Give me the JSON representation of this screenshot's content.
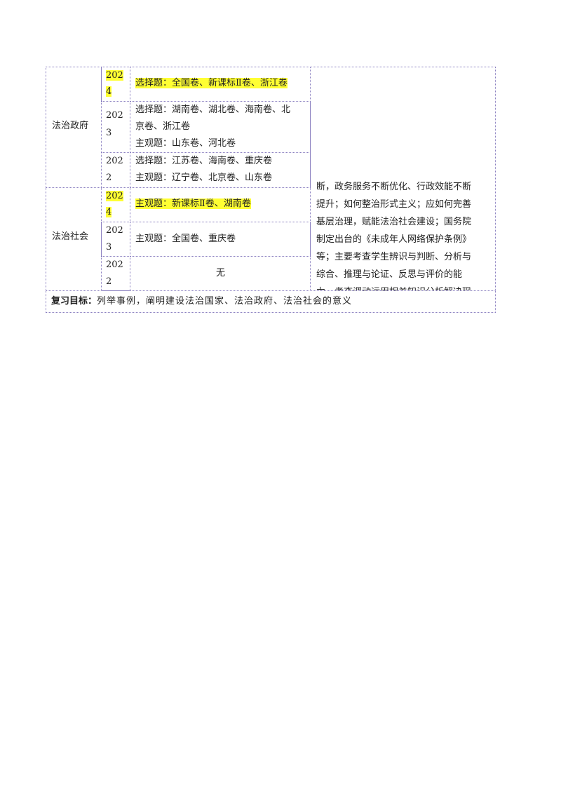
{
  "sections": [
    {
      "label": "法治政府",
      "rows": [
        {
          "year": [
            "202",
            "4"
          ],
          "lines": [
            "选择题：全国卷、新课标Ⅱ卷、浙江卷"
          ],
          "highlight": true
        },
        {
          "year": [
            "202",
            "3"
          ],
          "lines": [
            "选择题：湖南卷、湖北卷、海南卷、北",
            "京卷、浙江卷",
            "主观题：山东卷、河北卷"
          ],
          "highlight": false
        },
        {
          "year": [
            "202",
            "2"
          ],
          "lines": [
            "选择题：江苏卷、海南卷、重庆卷",
            "主观题：辽宁卷、北京卷、山东卷"
          ],
          "highlight": false
        }
      ]
    },
    {
      "label": "法治社会",
      "rows": [
        {
          "year": [
            "202",
            "4"
          ],
          "lines": [
            "主观题：新课标Ⅱ卷、湖南卷"
          ],
          "highlight": true
        },
        {
          "year": [
            "202",
            "3"
          ],
          "lines": [
            "主观题：全国卷、重庆卷"
          ],
          "highlight": false
        },
        {
          "year": [
            "202",
            "2"
          ],
          "lines": [
            "无"
          ],
          "highlight": false
        }
      ]
    }
  ],
  "analysis_lines": [
    "断，政务服务不断优化、行政效能不断",
    "提升；如何整治形式主义；应如何完善",
    "基层治理，赋能法治社会建设；国务院",
    "制定出台的《未成年人网络保护条例》",
    "等；主要考查学生辨识与判断、分析与",
    "综合、推理与论证、反思与评价的能",
    "力，考查调动运用相关知识分析解决现"
  ],
  "review": {
    "label": "复习目标：",
    "text": "列举事例，阐明建设法治国家、法治政府、法治社会的意义"
  }
}
